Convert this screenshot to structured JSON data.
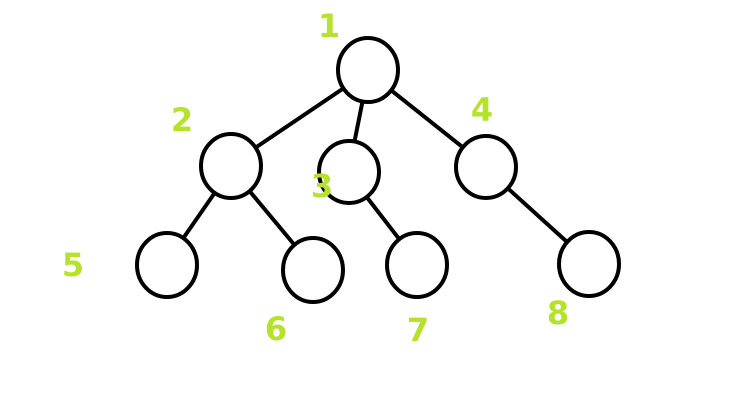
{
  "diagram": {
    "type": "tree",
    "colors": {
      "stroke": "#000000",
      "node_fill": "#ffffff",
      "label": "#b5e22a"
    },
    "nodes": [
      {
        "id": "1",
        "label": "1"
      },
      {
        "id": "2",
        "label": "2"
      },
      {
        "id": "3",
        "label": "3"
      },
      {
        "id": "4",
        "label": "4"
      },
      {
        "id": "5",
        "label": "5"
      },
      {
        "id": "6",
        "label": "6"
      },
      {
        "id": "7",
        "label": "7"
      },
      {
        "id": "8",
        "label": "8"
      }
    ],
    "edges": [
      {
        "from": "1",
        "to": "2"
      },
      {
        "from": "1",
        "to": "3"
      },
      {
        "from": "1",
        "to": "4"
      },
      {
        "from": "2",
        "to": "5"
      },
      {
        "from": "2",
        "to": "6"
      },
      {
        "from": "3",
        "to": "7"
      },
      {
        "from": "4",
        "to": "8"
      }
    ]
  }
}
